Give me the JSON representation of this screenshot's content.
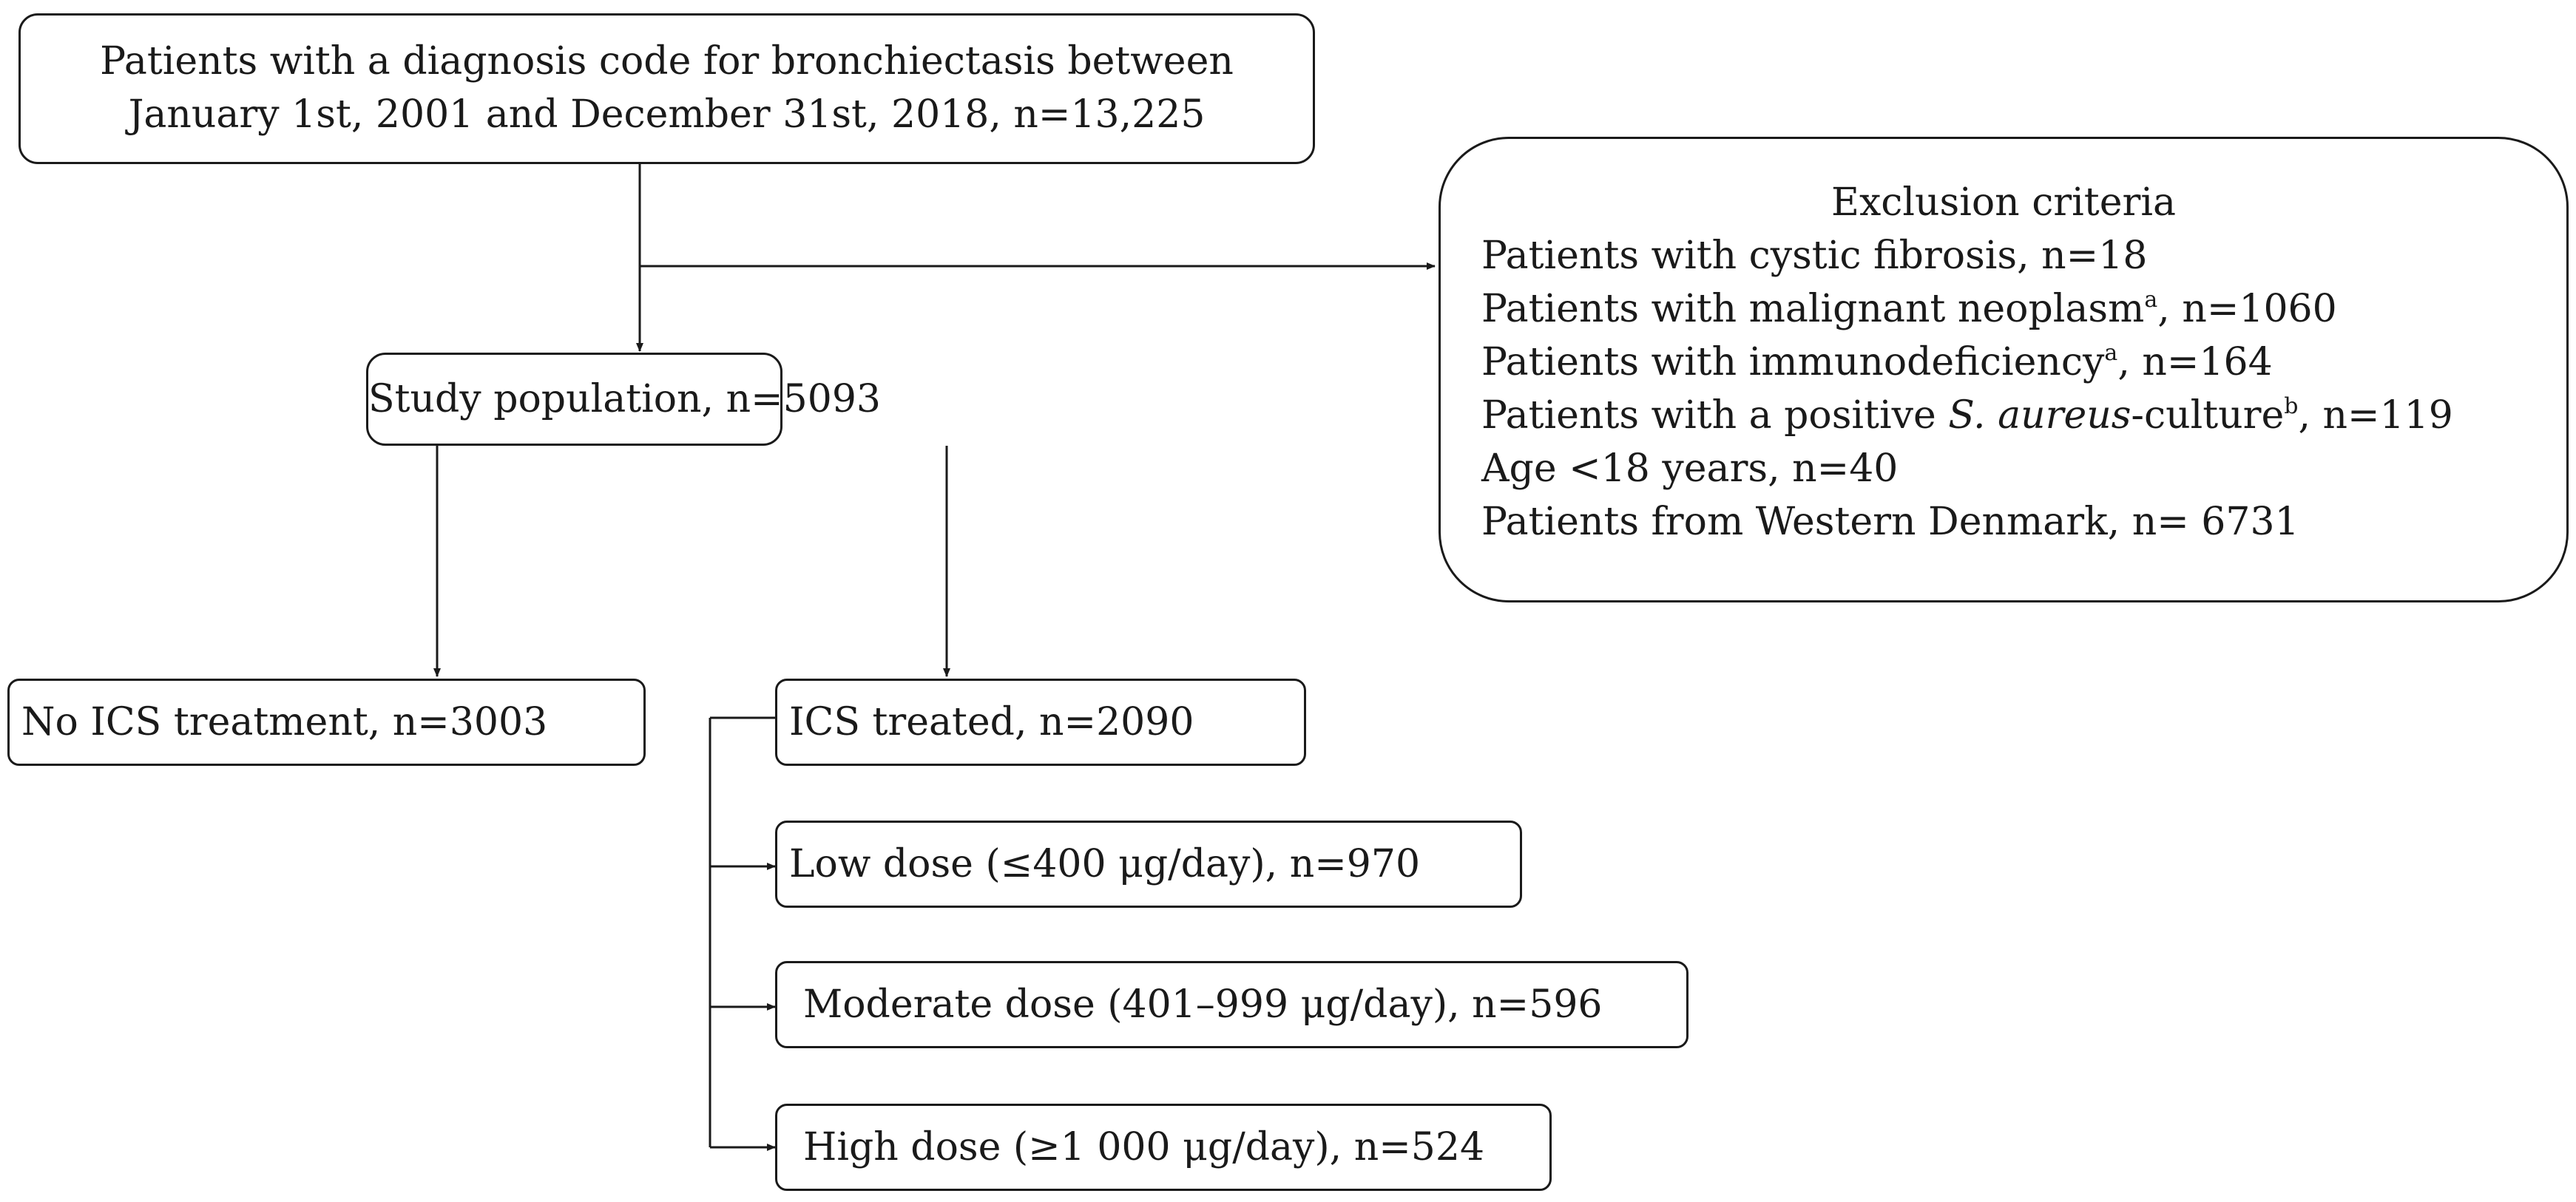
{
  "top_box": {
    "line1": "Patients with a diagnosis code for bronchiectasis between",
    "line2": "January 1st, 2001 and December 31st, 2018, n=13,225"
  },
  "exclusion": {
    "title": "Exclusion criteria",
    "items": [
      {
        "text": "Patients with cystic fibrosis, n=18"
      },
      {
        "pre": "Patients with malignant neoplasm",
        "sup": "a",
        "post": ", n=1060"
      },
      {
        "pre": "Patients with immunodeficiency",
        "sup": "a",
        "post": ", n=164"
      },
      {
        "pre": "Patients with a positive ",
        "ital": "S. aureus",
        "mid": "-culture",
        "sup": "b",
        "post": ", n=119"
      },
      {
        "text": "Age <18 years, n=40"
      },
      {
        "text": "Patients from Western Denmark, n= 6731"
      }
    ]
  },
  "study_population": "Study population, n=5093",
  "no_ics": "No ICS treatment, n=3003",
  "ics_treated": "ICS treated, n=2090",
  "dose_groups": [
    {
      "label": "Low dose (≤400 μg/day), n=970"
    },
    {
      "label": "Moderate dose (401–999 μg/day), n=596"
    },
    {
      "label": "High dose (≥1 000 μg/day), n=524"
    }
  ]
}
